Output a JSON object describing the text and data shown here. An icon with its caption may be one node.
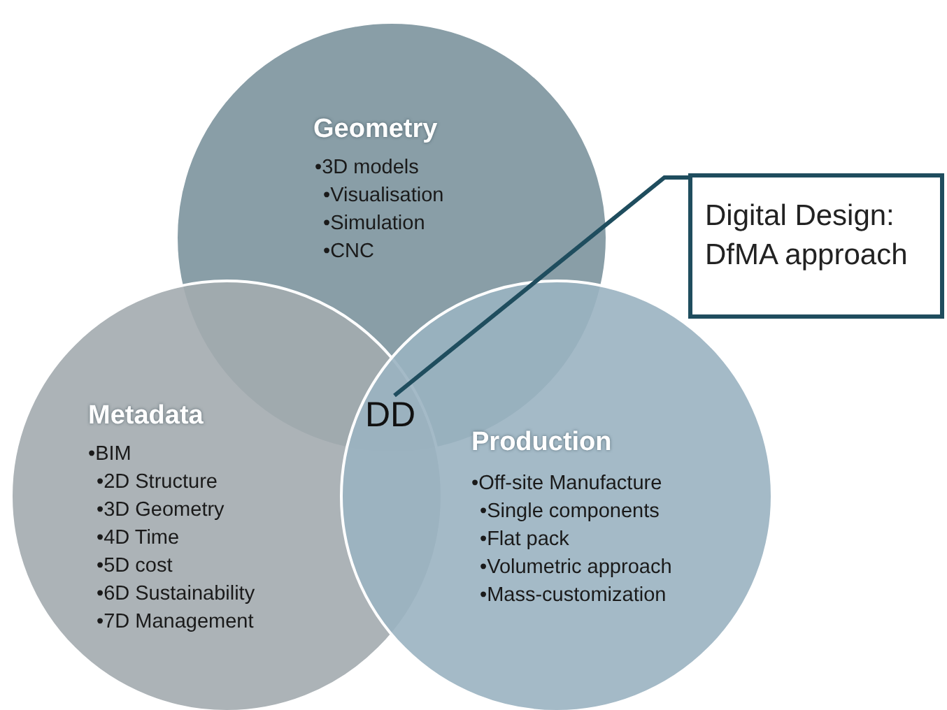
{
  "diagram": {
    "nodes": [
      {
        "text": [
          "Geometry",
          "•3D models",
          "•Visualisation",
          "•Simulation",
          "•CNC"
        ]
      },
      {
        "text": [
          "Metadata",
          "•BIM",
          "•2D Structure",
          "•3D Geometry",
          "•4D Time",
          "•5D cost",
          "•6D Sustainability",
          "•7D Management"
        ]
      },
      {
        "text": [
          "Production",
          "•Off-site Manufacture",
          "•Single components",
          "•Flat pack",
          "•Volumetric approach",
          "•Mass-customization"
        ]
      },
      {
        "text": [
          "DD"
        ]
      },
      {
        "text": [
          "Digital Design: DfMA approach"
        ]
      }
    ],
    "edges": [
      {
        "from": 4,
        "to": 3,
        "arrow": "none"
      }
    ]
  }
}
